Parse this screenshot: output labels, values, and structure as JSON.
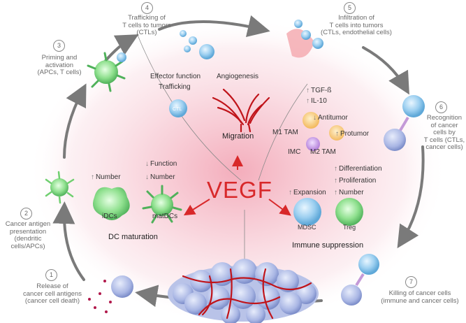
{
  "steps": [
    {
      "n": "1",
      "label": [
        "Release of",
        "cancer cell antigens",
        "(cancer cell death)"
      ]
    },
    {
      "n": "2",
      "label": [
        "Cancer antigen",
        "presentation",
        "(dendritic",
        "cells/APCs)"
      ]
    },
    {
      "n": "3",
      "label": [
        "Priming and",
        "activation",
        "(APCs, T cells)"
      ]
    },
    {
      "n": "4",
      "label": [
        "Trafficking of",
        "T cells to tumors",
        "(CTLs)"
      ]
    },
    {
      "n": "5",
      "label": [
        "Infiltration of",
        "T cells into tumors",
        "(CTLs, endothelial cells)"
      ]
    },
    {
      "n": "6",
      "label": [
        "Recognition",
        "of cancer",
        "cells by",
        "T cells (CTLs,",
        "cancer cells)"
      ]
    },
    {
      "n": "7",
      "label": [
        "Killing of cancer cells",
        "(immune and cancer cells)"
      ]
    }
  ],
  "center": {
    "vegf": "VEGF",
    "effector": "Effector function",
    "trafficking": "Trafficking",
    "ctl": "CTL",
    "angiogenesis": "Angiogenesis",
    "migration": "Migration",
    "tgf": "TGF-ß",
    "il10": "IL-10",
    "antitumor": "Antitumor",
    "protumor": "Protumor",
    "m1": "M1 TAM",
    "m2": "M2 TAM",
    "imc": "IMC",
    "differentiation": "Differentiation",
    "proliferation": "Proliferation",
    "number_treg": "Number",
    "expansion": "Expansion",
    "mdsc": "MDSC",
    "treg": "Treg",
    "immune_suppression": "Immune suppression",
    "function": "Function",
    "number_mat": "Number",
    "number_idc": "Number",
    "idcs": "iDCs",
    "matdcs": "matDCs",
    "dc_maturation": "DC maturation"
  },
  "arrows": {
    "up": "↑",
    "down": "↓"
  },
  "colors": {
    "vegf": "#d8282a",
    "glow": "#f7c9d2",
    "cycle_arrow": "#7a7a7a",
    "vessel": "#c0141a",
    "cell_blue": "#a9d3ee",
    "green_cell": "#86d98a"
  },
  "icons": [
    "dendritic-cell-icon",
    "t-cell-icon",
    "cancer-cell-icon",
    "blood-vessel-icon",
    "macrophage-icon",
    "mdsc-icon",
    "treg-icon"
  ]
}
